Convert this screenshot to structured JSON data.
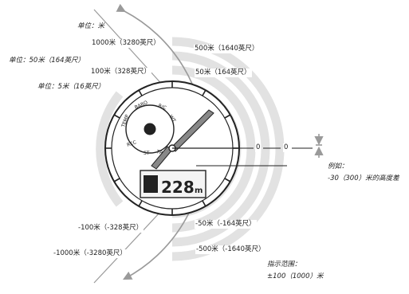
{
  "units": {
    "unit_label": "单位：米",
    "unit_50m": "单位：50米（164英尺）",
    "unit_5m": "单位：5米（16英尺）"
  },
  "marks": {
    "pos_1000": "1000米（3280英尺）",
    "pos_500": "500米（1640英尺）",
    "pos_100": "100米（328英尺）",
    "pos_50": "50米（164英尺）",
    "zero_a": "0",
    "zero_b": "0",
    "neg_100": "-100米（-328英尺）",
    "neg_50": "-50米（-164英尺）",
    "neg_1000": "-1000米（-3280英尺）",
    "neg_500": "-500米（-1640英尺）"
  },
  "example": {
    "line1": "例如：",
    "line2": "-30（300）米的高度差"
  },
  "range": {
    "line1": "指示范围：",
    "line2": "±100（1000）米"
  },
  "watch": {
    "lcd_value": "228",
    "lcd_unit": "m",
    "bezel_labels": [
      "TEMP",
      "BARO",
      "R/C",
      "WT",
      "REC",
      "ST",
      "TR"
    ]
  },
  "colors": {
    "band": "#e2e2e2",
    "arrow": "#9a9a9a",
    "ink": "#222222"
  }
}
